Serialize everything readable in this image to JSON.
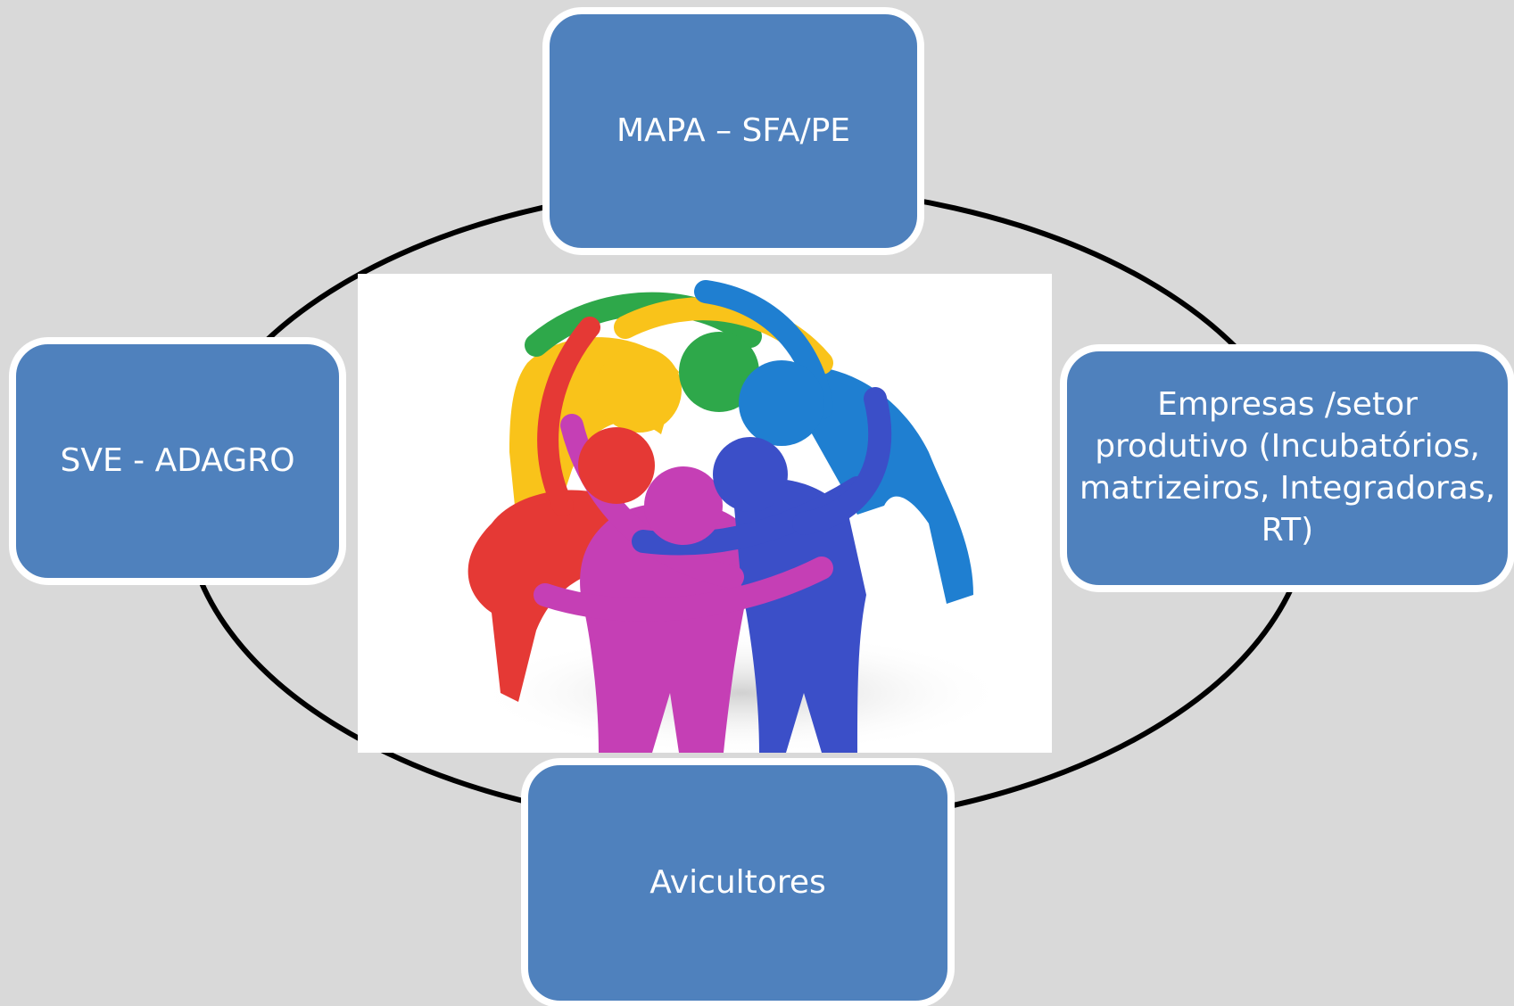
{
  "diagram": {
    "type": "cycle",
    "colors": {
      "background": "#d9d9d9",
      "node_fill": "#4f81bd",
      "node_border": "#ffffff",
      "node_text": "#ffffff",
      "ring": "#000000"
    },
    "nodes": {
      "top": "MAPA – SFA/PE",
      "left": "SVE - ADAGRO",
      "right": "Empresas /setor produtivo (Incubatórios, matrizeiros, Integradoras, RT)",
      "bottom": "Avicultores"
    },
    "center_image": {
      "icon": "colorful-people-huddle-icon",
      "figure_colors": [
        "#e53935",
        "#f9c31a",
        "#2ea84a",
        "#1f7fd1",
        "#3b4fc8",
        "#c53fb5"
      ]
    }
  }
}
